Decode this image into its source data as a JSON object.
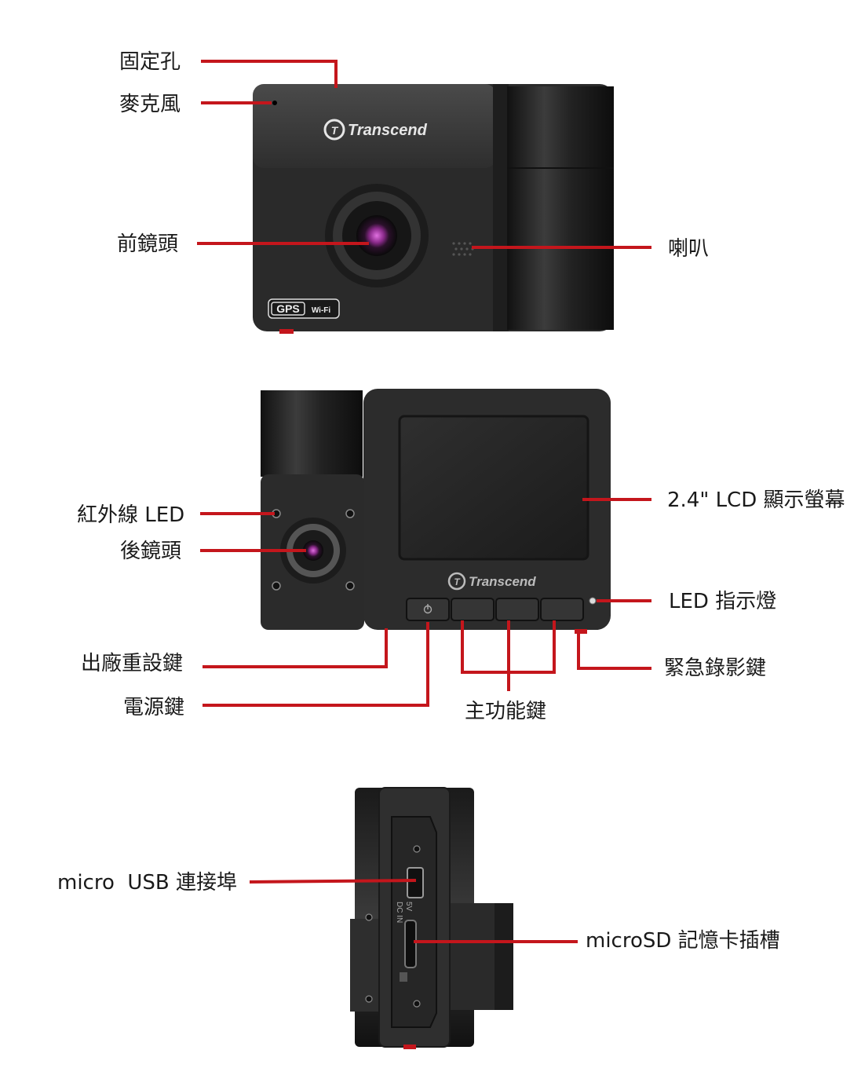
{
  "brand": "Transcend",
  "badges": {
    "gps": "GPS",
    "wifi": "Wi-Fi"
  },
  "port_marking": [
    "5V",
    "DC IN"
  ],
  "colors": {
    "callout": "#c4161c",
    "body_dark": "#2b2b2b",
    "body_mid": "#3a3a3a",
    "lens_purple": "#b040b0"
  },
  "views": {
    "front": {
      "labels": {
        "mount_hole": "固定孔",
        "microphone": "麥克風",
        "front_lens": "前鏡頭",
        "speaker": "喇叭"
      }
    },
    "back": {
      "labels": {
        "ir_led": "紅外線 LED",
        "rear_lens": "後鏡頭",
        "lcd": "2.4\" LCD 顯示螢幕",
        "led_indicator": "LED 指示燈",
        "reset_button": "出廠重設鍵",
        "power_button": "電源鍵",
        "function_buttons": "主功能鍵",
        "emergency_button": "緊急錄影鍵"
      }
    },
    "side": {
      "labels": {
        "usb_port": "micro  USB 連接埠",
        "sd_slot": "microSD 記憶卡插槽"
      }
    }
  }
}
